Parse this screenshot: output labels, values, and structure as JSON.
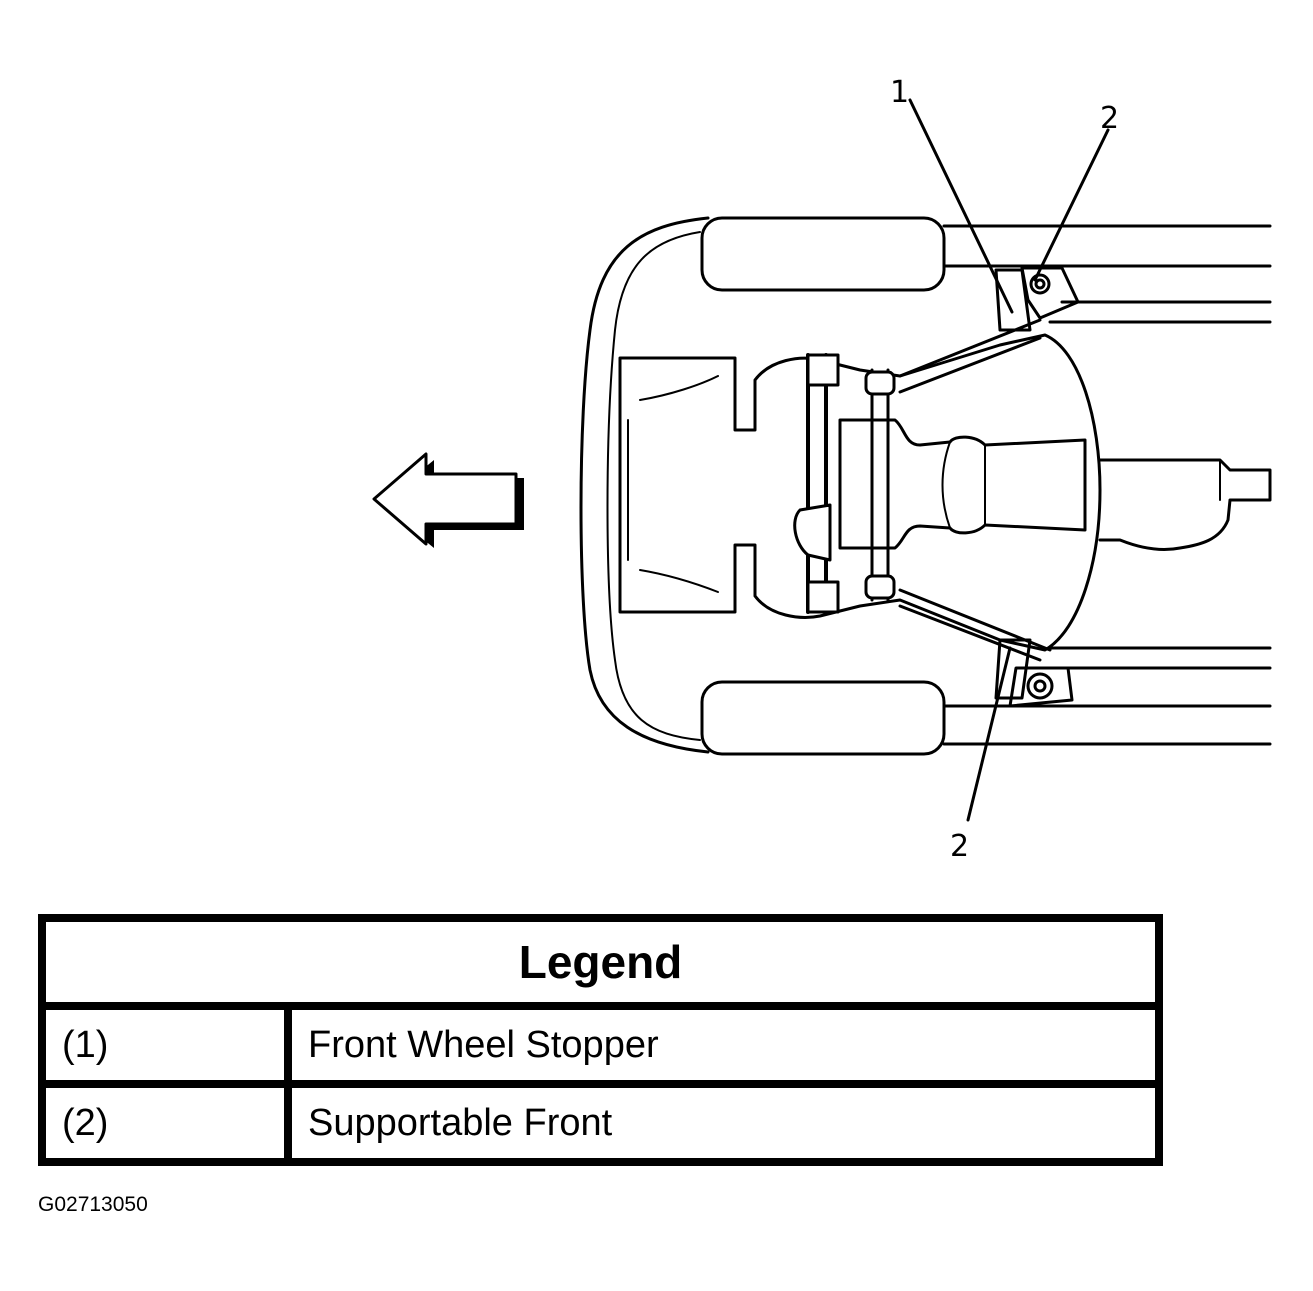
{
  "diagram": {
    "callouts": [
      {
        "id": "1",
        "label": "1"
      },
      {
        "id": "2-upper",
        "label": "2"
      },
      {
        "id": "2-lower",
        "label": "2"
      }
    ],
    "direction_arrow": "left-arrow-icon"
  },
  "legend": {
    "title": "Legend",
    "rows": [
      {
        "number": "(1)",
        "description": "Front Wheel Stopper"
      },
      {
        "number": "(2)",
        "description": "Supportable Front"
      }
    ]
  },
  "figure_id": "G02713050"
}
